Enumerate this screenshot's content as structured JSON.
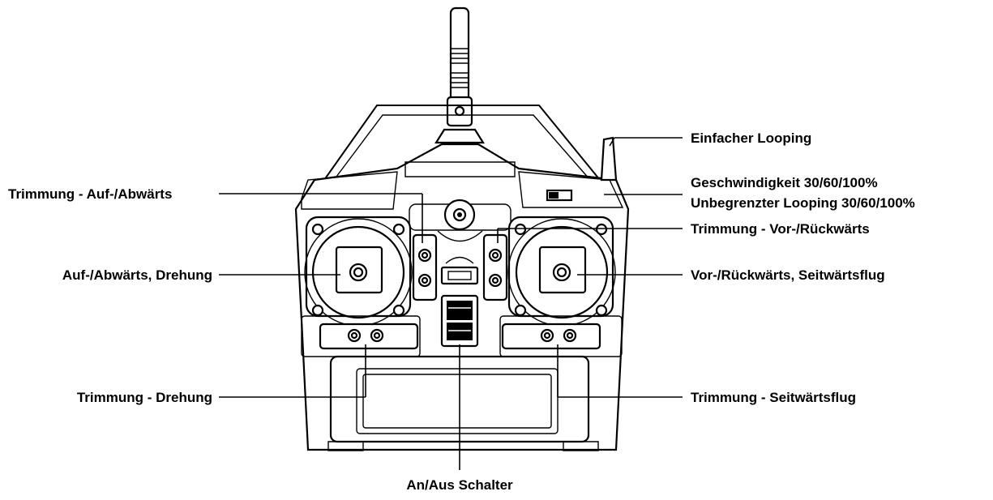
{
  "labels": {
    "looping_simple": "Einfacher Looping",
    "speed": "Geschwindigkeit 30/60/100%",
    "unlimited_looping": "Unbegrenzter Looping 30/60/100%",
    "trim_up_down": "Trimmung - Auf-/Abwärts",
    "trim_forward_back": "Trimmung - Vor-/Rückwärts",
    "up_down_rotation": "Auf-/Abwärts, Drehung",
    "forward_back_sideways": "Vor-/Rückwärts, Seitwärtsflug",
    "trim_rotation": "Trimmung - Drehung",
    "trim_sideways": "Trimmung - Seitwärtsflug",
    "power_switch": "An/Aus Schalter"
  }
}
